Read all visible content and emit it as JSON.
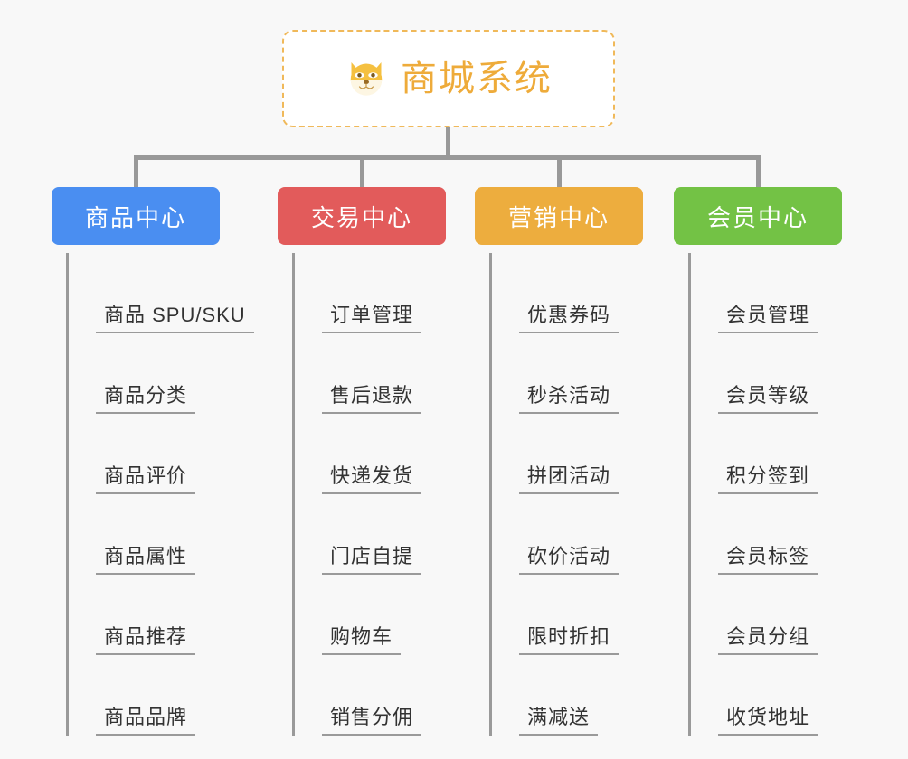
{
  "background_color": "#f8f8f8",
  "root": {
    "icon": "dog-face-emoji",
    "title": "商城系统",
    "title_color": "#eeab3a",
    "border_color": "#f0b95a"
  },
  "connector_color": "#999999",
  "categories": [
    {
      "label": "商品中心",
      "color": "#4a8ef1",
      "color_name": "blue",
      "items": [
        {
          "label": "商品 SPU/SKU"
        },
        {
          "label": "商品分类"
        },
        {
          "label": "商品评价"
        },
        {
          "label": "商品属性"
        },
        {
          "label": "商品推荐"
        },
        {
          "label": "商品品牌"
        }
      ]
    },
    {
      "label": "交易中心",
      "color": "#e25b5b",
      "color_name": "red",
      "items": [
        {
          "label": "订单管理"
        },
        {
          "label": "售后退款"
        },
        {
          "label": "快递发货"
        },
        {
          "label": "门店自提"
        },
        {
          "label": "购物车"
        },
        {
          "label": "销售分佣"
        }
      ]
    },
    {
      "label": "营销中心",
      "color": "#edad3e",
      "color_name": "orange",
      "items": [
        {
          "label": "优惠券码"
        },
        {
          "label": "秒杀活动"
        },
        {
          "label": "拼团活动"
        },
        {
          "label": "砍价活动"
        },
        {
          "label": "限时折扣"
        },
        {
          "label": "满减送"
        }
      ]
    },
    {
      "label": "会员中心",
      "color": "#73c245",
      "color_name": "green",
      "items": [
        {
          "label": "会员管理"
        },
        {
          "label": "会员等级"
        },
        {
          "label": "积分签到"
        },
        {
          "label": "会员标签"
        },
        {
          "label": "会员分组"
        },
        {
          "label": "收货地址"
        }
      ]
    }
  ]
}
